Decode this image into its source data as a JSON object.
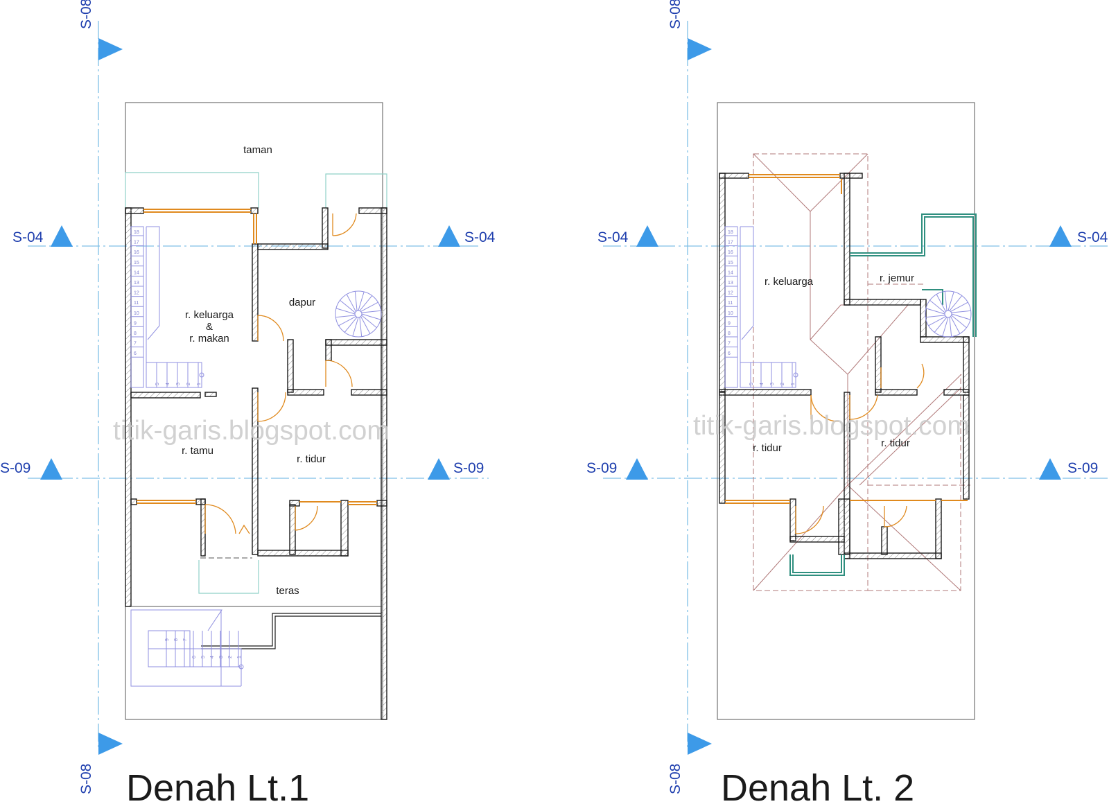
{
  "titles": {
    "plan1": "Denah Lt.1",
    "plan2": "Denah Lt. 2"
  },
  "watermark": "titik-garis.blogspot.com",
  "markers": {
    "s04": "S-04",
    "s08": "S-08",
    "s09": "S-09"
  },
  "rooms1": {
    "taman": "taman",
    "keluarga_line1": "r. keluarga",
    "keluarga_line2": "&",
    "keluarga_line3": "r. makan",
    "dapur": "dapur",
    "tamu": "r. tamu",
    "tidur": "r. tidur",
    "teras": "teras"
  },
  "rooms2": {
    "keluarga": "r. keluarga",
    "jemur": "r. jemur",
    "tidur_left": "r. tidur",
    "tidur_right": "r. tidur"
  },
  "stairs1": [
    "18",
    "17",
    "16",
    "15",
    "14",
    "13",
    "12",
    "11",
    "10",
    "9",
    "8",
    "7",
    "6",
    "5",
    "4",
    "3",
    "2",
    "1"
  ],
  "stairs2": [
    "18",
    "17",
    "16",
    "15",
    "14",
    "13",
    "12",
    "11",
    "10",
    "9",
    "8",
    "7",
    "6",
    "5",
    "4",
    "3",
    "2",
    "1"
  ],
  "stairs_outdoor": [
    "9",
    "8",
    "7",
    "6",
    "5",
    "4",
    "3",
    "2",
    "1"
  ],
  "colors": {
    "wall": "#1a1a1a",
    "hatch": "#777777",
    "door": "#e08a1e",
    "window": "#e08a1e",
    "stair": "#8f8fe0",
    "cut_line": "#7fbfe6",
    "marker": "#3d9ae8",
    "marker_text": "#1f3fae",
    "roof": "#b07878",
    "teal": "#8fd0c8",
    "balcony": "#2f8f7f"
  }
}
